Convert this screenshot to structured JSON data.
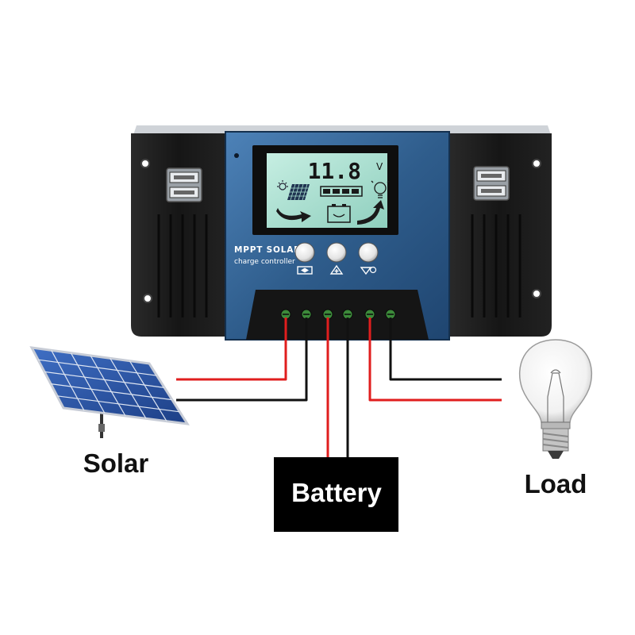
{
  "controller": {
    "brand_line1": "MPPT SOLAR",
    "brand_line2": "charge controller",
    "body_color": "#2f5d8c",
    "body_highlight": "#5b8fc4",
    "side_color": "#1b1b1b"
  },
  "lcd": {
    "voltage_value": "11.8",
    "voltage_unit": "V",
    "screen_color": "#a9dfd0",
    "icons": [
      "sun-icon",
      "solar-panel-icon",
      "battery-level-icon",
      "bulb-icon",
      "charge-arrow-icon",
      "battery-face-icon",
      "discharge-arrow-icon"
    ]
  },
  "buttons": [
    {
      "icon": "menu-icon"
    },
    {
      "icon": "up-adjust-icon"
    },
    {
      "icon": "load-switch-icon"
    }
  ],
  "terminals": {
    "count": 6,
    "screw_color": "#3c8a3a"
  },
  "wires": {
    "positive_color": "#e01e1e",
    "negative_color": "#111111"
  },
  "labels": {
    "solar": "Solar",
    "battery": "Battery",
    "load": "Load"
  }
}
